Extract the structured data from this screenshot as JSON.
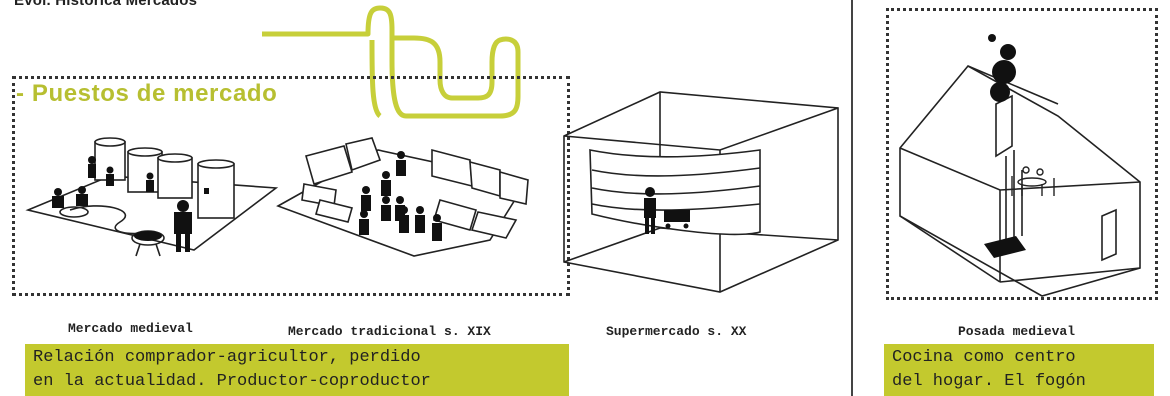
{
  "title": "Evol. Histórica Mercados",
  "section_label": "- Puestos de mercado",
  "captions": {
    "medieval_market": "Mercado medieval",
    "traditional_market": "Mercado tradicional s. XIX",
    "supermarket": "Supermercado s. XX",
    "medieval_inn": "Posada medieval"
  },
  "notes": {
    "left": "Relación comprador-agricultor, perdido\nen la actualidad. Productor-coproductor",
    "right": "Cocina como centro\ndel hogar. El fogón"
  },
  "colors": {
    "accent": "#c3c92e",
    "lime_line": "#c7cf3a",
    "ink": "#222222"
  }
}
